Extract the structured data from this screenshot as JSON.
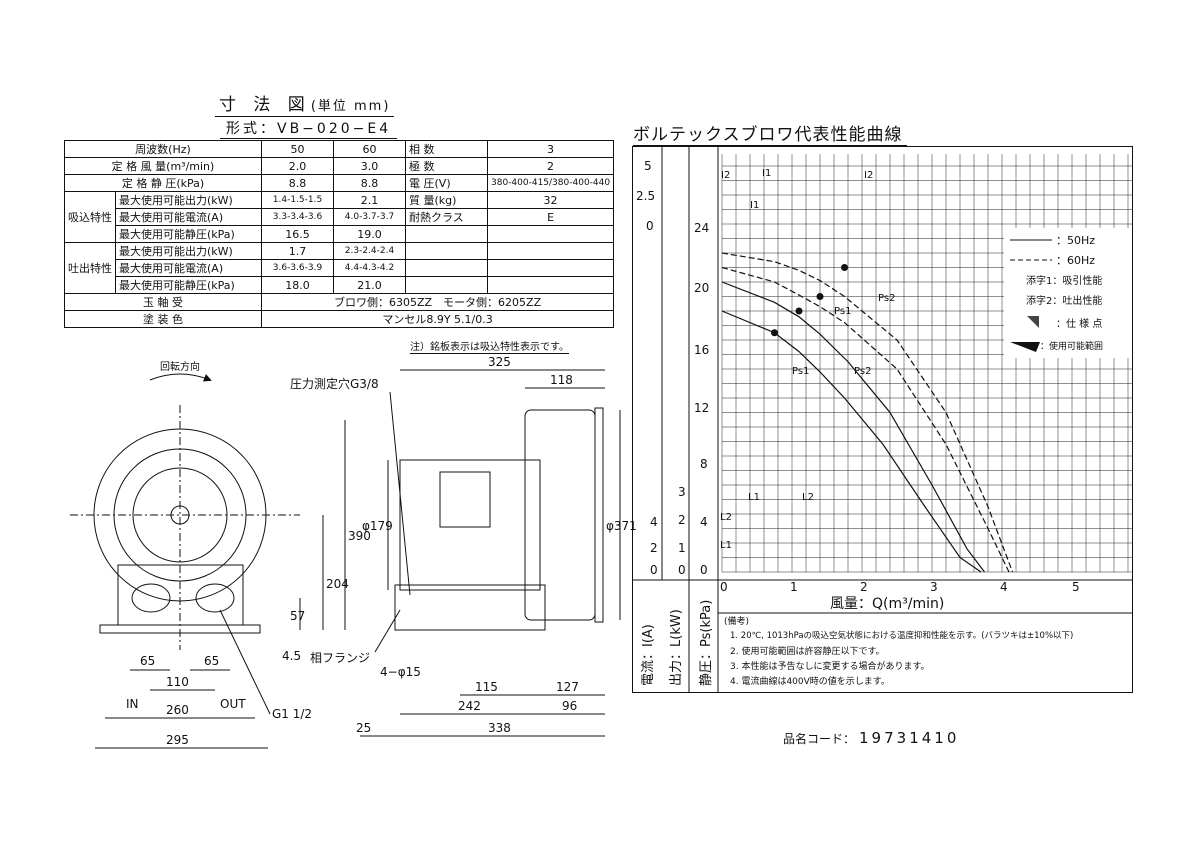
{
  "header": {
    "title": "寸 法 図",
    "title_unit": "(単位 mm)",
    "model": "形式：VB−020−E4",
    "note": "注）銘板表示は吸込特性表示です。",
    "perf_title": "ボルテックスブロワ代表性能曲線",
    "product_code_label": "品名コード：",
    "product_code": "19731410"
  },
  "spec": {
    "r_freq": [
      "周波数(Hz)",
      "50",
      "60",
      "相 数",
      "3"
    ],
    "r_flow": [
      "定 格 風 量(m³/min)",
      "2.0",
      "3.0",
      "極 数",
      "2"
    ],
    "r_static": [
      "定 格 静 圧(kPa)",
      "8.8",
      "8.8",
      "電 圧(V)",
      "380-400-415/380-400-440"
    ],
    "suction_group": "吸込特性",
    "discharge_group": "吐出特性",
    "s_out": [
      "最大使用可能出力(kW)",
      "1.4-1.5-1.5",
      "2.1",
      "質 量(kg)",
      "32"
    ],
    "s_cur": [
      "最大使用可能電流(A)",
      "3.3-3.4-3.6",
      "4.0-3.7-3.7",
      "耐熱クラス",
      "E"
    ],
    "s_pres": [
      "最大使用可能静圧(kPa)",
      "16.5",
      "19.0"
    ],
    "d_out": [
      "最大使用可能出力(kW)",
      "1.7",
      "2.3-2.4-2.4"
    ],
    "d_cur": [
      "最大使用可能電流(A)",
      "3.6-3.6-3.9",
      "4.4-4.3-4.2"
    ],
    "d_pres": [
      "最大使用可能静圧(kPa)",
      "18.0",
      "21.0"
    ],
    "bearing": [
      "玉 軸 受",
      "ブロワ側：6305ZZ　モータ側：6205ZZ"
    ],
    "paint": [
      "塗 装 色",
      "マンセル8.9Y 5.1/0.3"
    ]
  },
  "drawing": {
    "rotation": "回転方向",
    "pressure_hole": "圧力測定穴G3/8",
    "flange": "相フランジ",
    "bolt": "4−φ15",
    "inlet": "IN",
    "outlet": "OUT",
    "port": "G1 1/2",
    "dims": {
      "d325": "325",
      "d118": "118",
      "d390": "390",
      "d204": "204",
      "d57": "57",
      "d45": "4.5",
      "d179": "φ179",
      "d371": "φ371",
      "d65a": "65",
      "d65b": "65",
      "d110": "110",
      "d260": "260",
      "d295": "295",
      "d115": "115",
      "d127": "127",
      "d242": "242",
      "d96": "96",
      "d25": "25",
      "d338": "338"
    }
  },
  "chart_data": {
    "type": "line",
    "xlabel": "風量：Q(m³/min)",
    "x_ticks": [
      "0",
      "1",
      "2",
      "3",
      "4",
      "5"
    ],
    "ylabel_current": "電流：I(A)",
    "ylabel_power": "出力：L(kW)",
    "ylabel_pressure": "静圧：Ps(kPa)",
    "current_ticks": [
      "5",
      "2.5",
      "0"
    ],
    "power_ticks": [
      "3",
      "2",
      "1",
      "0"
    ],
    "power_ticks_alt": [
      "4",
      "2",
      "0"
    ],
    "pressure_ticks": [
      "24",
      "20",
      "16",
      "12",
      "8",
      "4",
      "0"
    ],
    "legend": {
      "hz50": "：50Hz",
      "hz60": "：60Hz",
      "sub1": "添字1：吸引性能",
      "sub2": "添字2：吐出性能",
      "spec_point": "：仕 様 点",
      "range": "：使用可能範囲"
    },
    "curve_labels": {
      "i2a": "I2",
      "i1a": "I1",
      "i2b": "I2",
      "i1b": "I1",
      "l1a": "L1",
      "l2a": "L2",
      "l2b": "L2",
      "l1b": "L1",
      "ps1a": "Ps1",
      "ps2a": "Ps2",
      "ps1b": "Ps1",
      "ps2b": "Ps2"
    },
    "notes": {
      "head": "(備考)",
      "n1": "1. 20℃, 1013hPaの吸込空気状態における温度抑和性能を示す。(バラツキは±10%以下)",
      "n2": "2. 使用可能範囲は許容静圧以下です。",
      "n3": "3. 本性能は予告なしに変更する場合があります。",
      "n4": "4. 電流曲線は400V時の値を示します。"
    },
    "series": [
      {
        "name": "Ps1",
        "x": [
          0,
          0.75,
          1.1,
          1.4,
          1.75,
          2.3,
          2.9,
          3.4,
          3.7
        ],
        "y": [
          18.0,
          16.5,
          15.2,
          13.8,
          12.0,
          8.8,
          4.5,
          1.0,
          0
        ]
      },
      {
        "name": "Ps2",
        "x": [
          0,
          0.75,
          1.1,
          1.4,
          1.8,
          2.4,
          3.0,
          3.5,
          3.75
        ],
        "y": [
          20.0,
          18.6,
          17.6,
          16.4,
          14.5,
          11.0,
          6.0,
          1.6,
          0
        ]
      },
      {
        "name": "Ps1",
        "x": [
          0,
          0.75,
          1.1,
          1.4,
          1.75,
          2.5,
          3.2,
          3.8,
          4.1
        ],
        "y": [
          21.0,
          20.0,
          19.1,
          18.3,
          17.2,
          14.0,
          8.8,
          3.0,
          0
        ]
      },
      {
        "name": "Ps2",
        "x": [
          0,
          0.75,
          1.1,
          1.4,
          1.75,
          2.5,
          3.2,
          3.8,
          4.15
        ],
        "y": [
          22.0,
          21.4,
          20.8,
          20.1,
          19.0,
          16.0,
          11.0,
          4.5,
          0
        ]
      }
    ],
    "markers": [
      {
        "x": 0.75,
        "y": 16.5
      },
      {
        "x": 1.1,
        "y": 18.0
      },
      {
        "x": 1.4,
        "y": 19.0
      },
      {
        "x": 1.75,
        "y": 21.0
      }
    ]
  }
}
